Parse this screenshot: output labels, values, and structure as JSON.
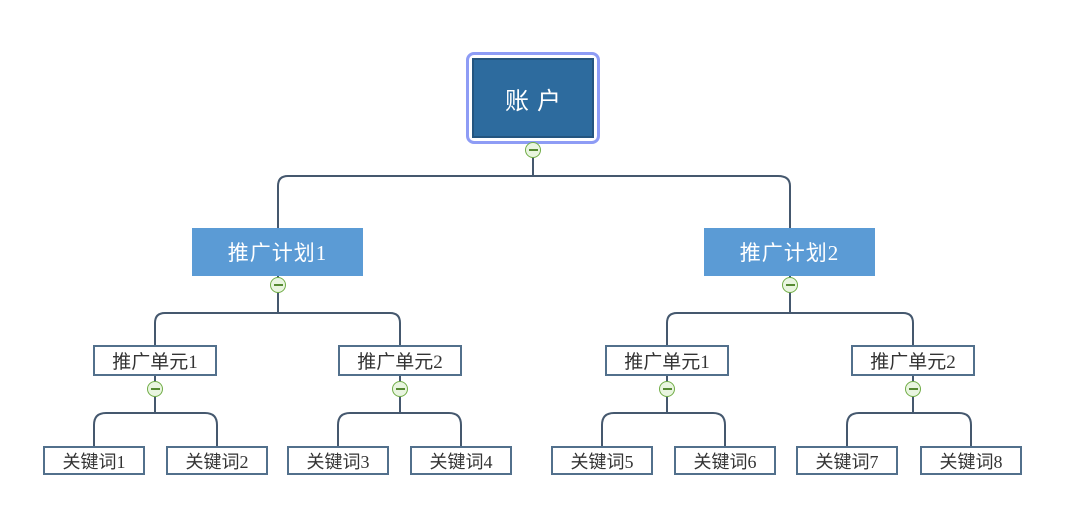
{
  "tree": {
    "root": {
      "label": "账户",
      "children": [
        {
          "label": "推广计划1",
          "children": [
            {
              "label": "推广单元1",
              "children": [
                {
                  "label": "关键词1"
                },
                {
                  "label": "关键词2"
                }
              ]
            },
            {
              "label": "推广单元2",
              "children": [
                {
                  "label": "关键词3"
                },
                {
                  "label": "关键词4"
                }
              ]
            }
          ]
        },
        {
          "label": "推广计划2",
          "children": [
            {
              "label": "推广单元1",
              "children": [
                {
                  "label": "关键词5"
                },
                {
                  "label": "关键词6"
                }
              ]
            },
            {
              "label": "推广单元2",
              "children": [
                {
                  "label": "关键词7"
                },
                {
                  "label": "关键词8"
                }
              ]
            }
          ]
        }
      ]
    }
  },
  "icons": {
    "collapse_icon": "circled-minus"
  },
  "colors": {
    "root_fill": "#2D6B9E",
    "root_border": "#24557F",
    "selection_outline": "#8E9CF5",
    "plan_fill": "#5B9BD5",
    "node_border": "#52708C",
    "connector": "#45586E",
    "collapse_fill": "#E9F5E0",
    "collapse_border": "#71AD47"
  }
}
